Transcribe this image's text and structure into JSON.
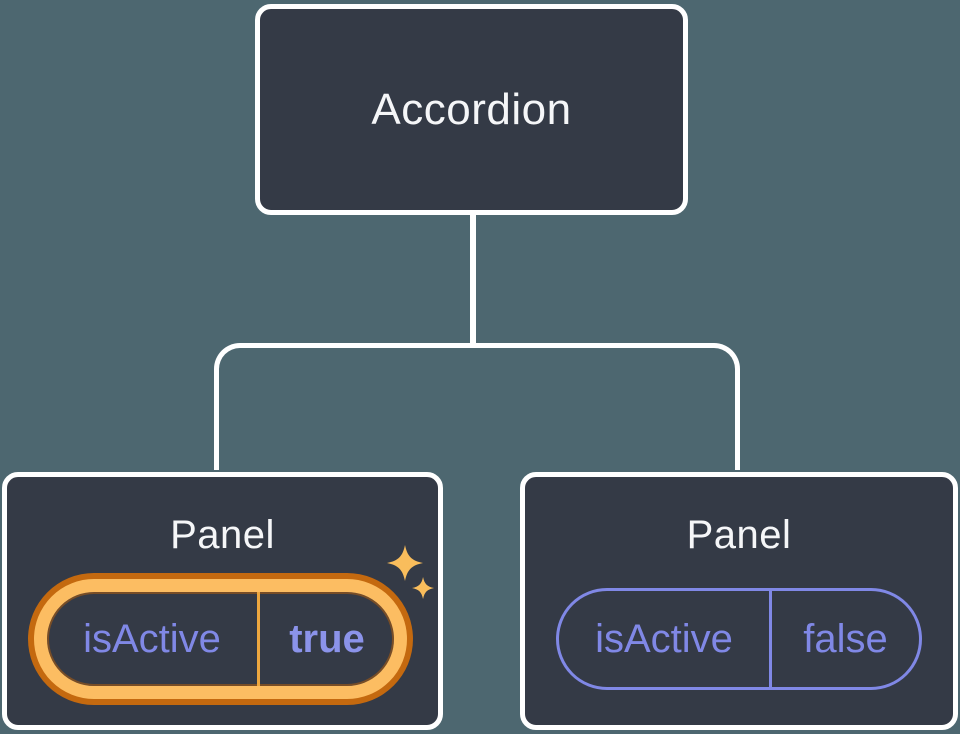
{
  "diagram": {
    "description": "React component tree: Accordion parent passing isActive state to two Panel children",
    "root": {
      "title": "Accordion"
    },
    "panels": [
      {
        "title": "Panel",
        "prop_name": "isActive",
        "prop_value": "true",
        "active": true,
        "highlight": "gold ring with sparkles"
      },
      {
        "title": "Panel",
        "prop_name": "isActive",
        "prop_value": "false",
        "active": false,
        "highlight": "plain purple outline"
      }
    ]
  },
  "colors": {
    "bg": "#4d6770",
    "node-fill": "#343a46",
    "line-white": "#ffffff",
    "text-white": "#f5f6f8",
    "purple": "#8088e6",
    "purple-bold": "#8b93ea",
    "gold": "#fcbd62",
    "gold-dark": "#c4690f",
    "gold-divider": "#eda73f",
    "sparkle": "#f9bd5c"
  }
}
